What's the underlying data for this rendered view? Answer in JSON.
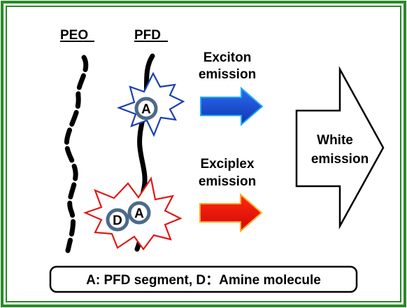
{
  "labels": {
    "peo": "PEO",
    "pfd": "PFD",
    "exciton_line1": "Exciton",
    "exciton_line2": "emission",
    "exciplex_line1": "Exciplex",
    "exciplex_line2": "emission",
    "white_line1": "White",
    "white_line2": "emission",
    "circle_a_top": "A",
    "circle_a_bottom": "A",
    "circle_d": "D",
    "legend": "A: PFD segment,  D：Amine molecule"
  },
  "colors": {
    "frame_green": "#2a8a2a",
    "exciton_star": "#1b3fb0",
    "exciplex_star": "#e01818",
    "blue_arrow": "#1a4fd6",
    "red_arrow": "#f01010",
    "circle_stroke": "#4a6a8a"
  }
}
